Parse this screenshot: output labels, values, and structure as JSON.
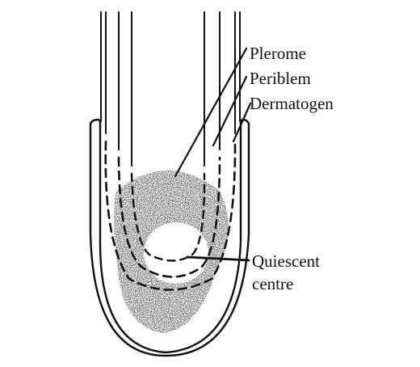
{
  "diagram": {
    "labels": {
      "plerome": "Plerome",
      "periblem": "Periblem",
      "dermatogen": "Dermatogen",
      "quiescent_line1": "Quiescent",
      "quiescent_line2": "centre"
    },
    "colors": {
      "ink": "#111111",
      "background": "#ffffff",
      "stipple": "#2a2a2a"
    }
  }
}
